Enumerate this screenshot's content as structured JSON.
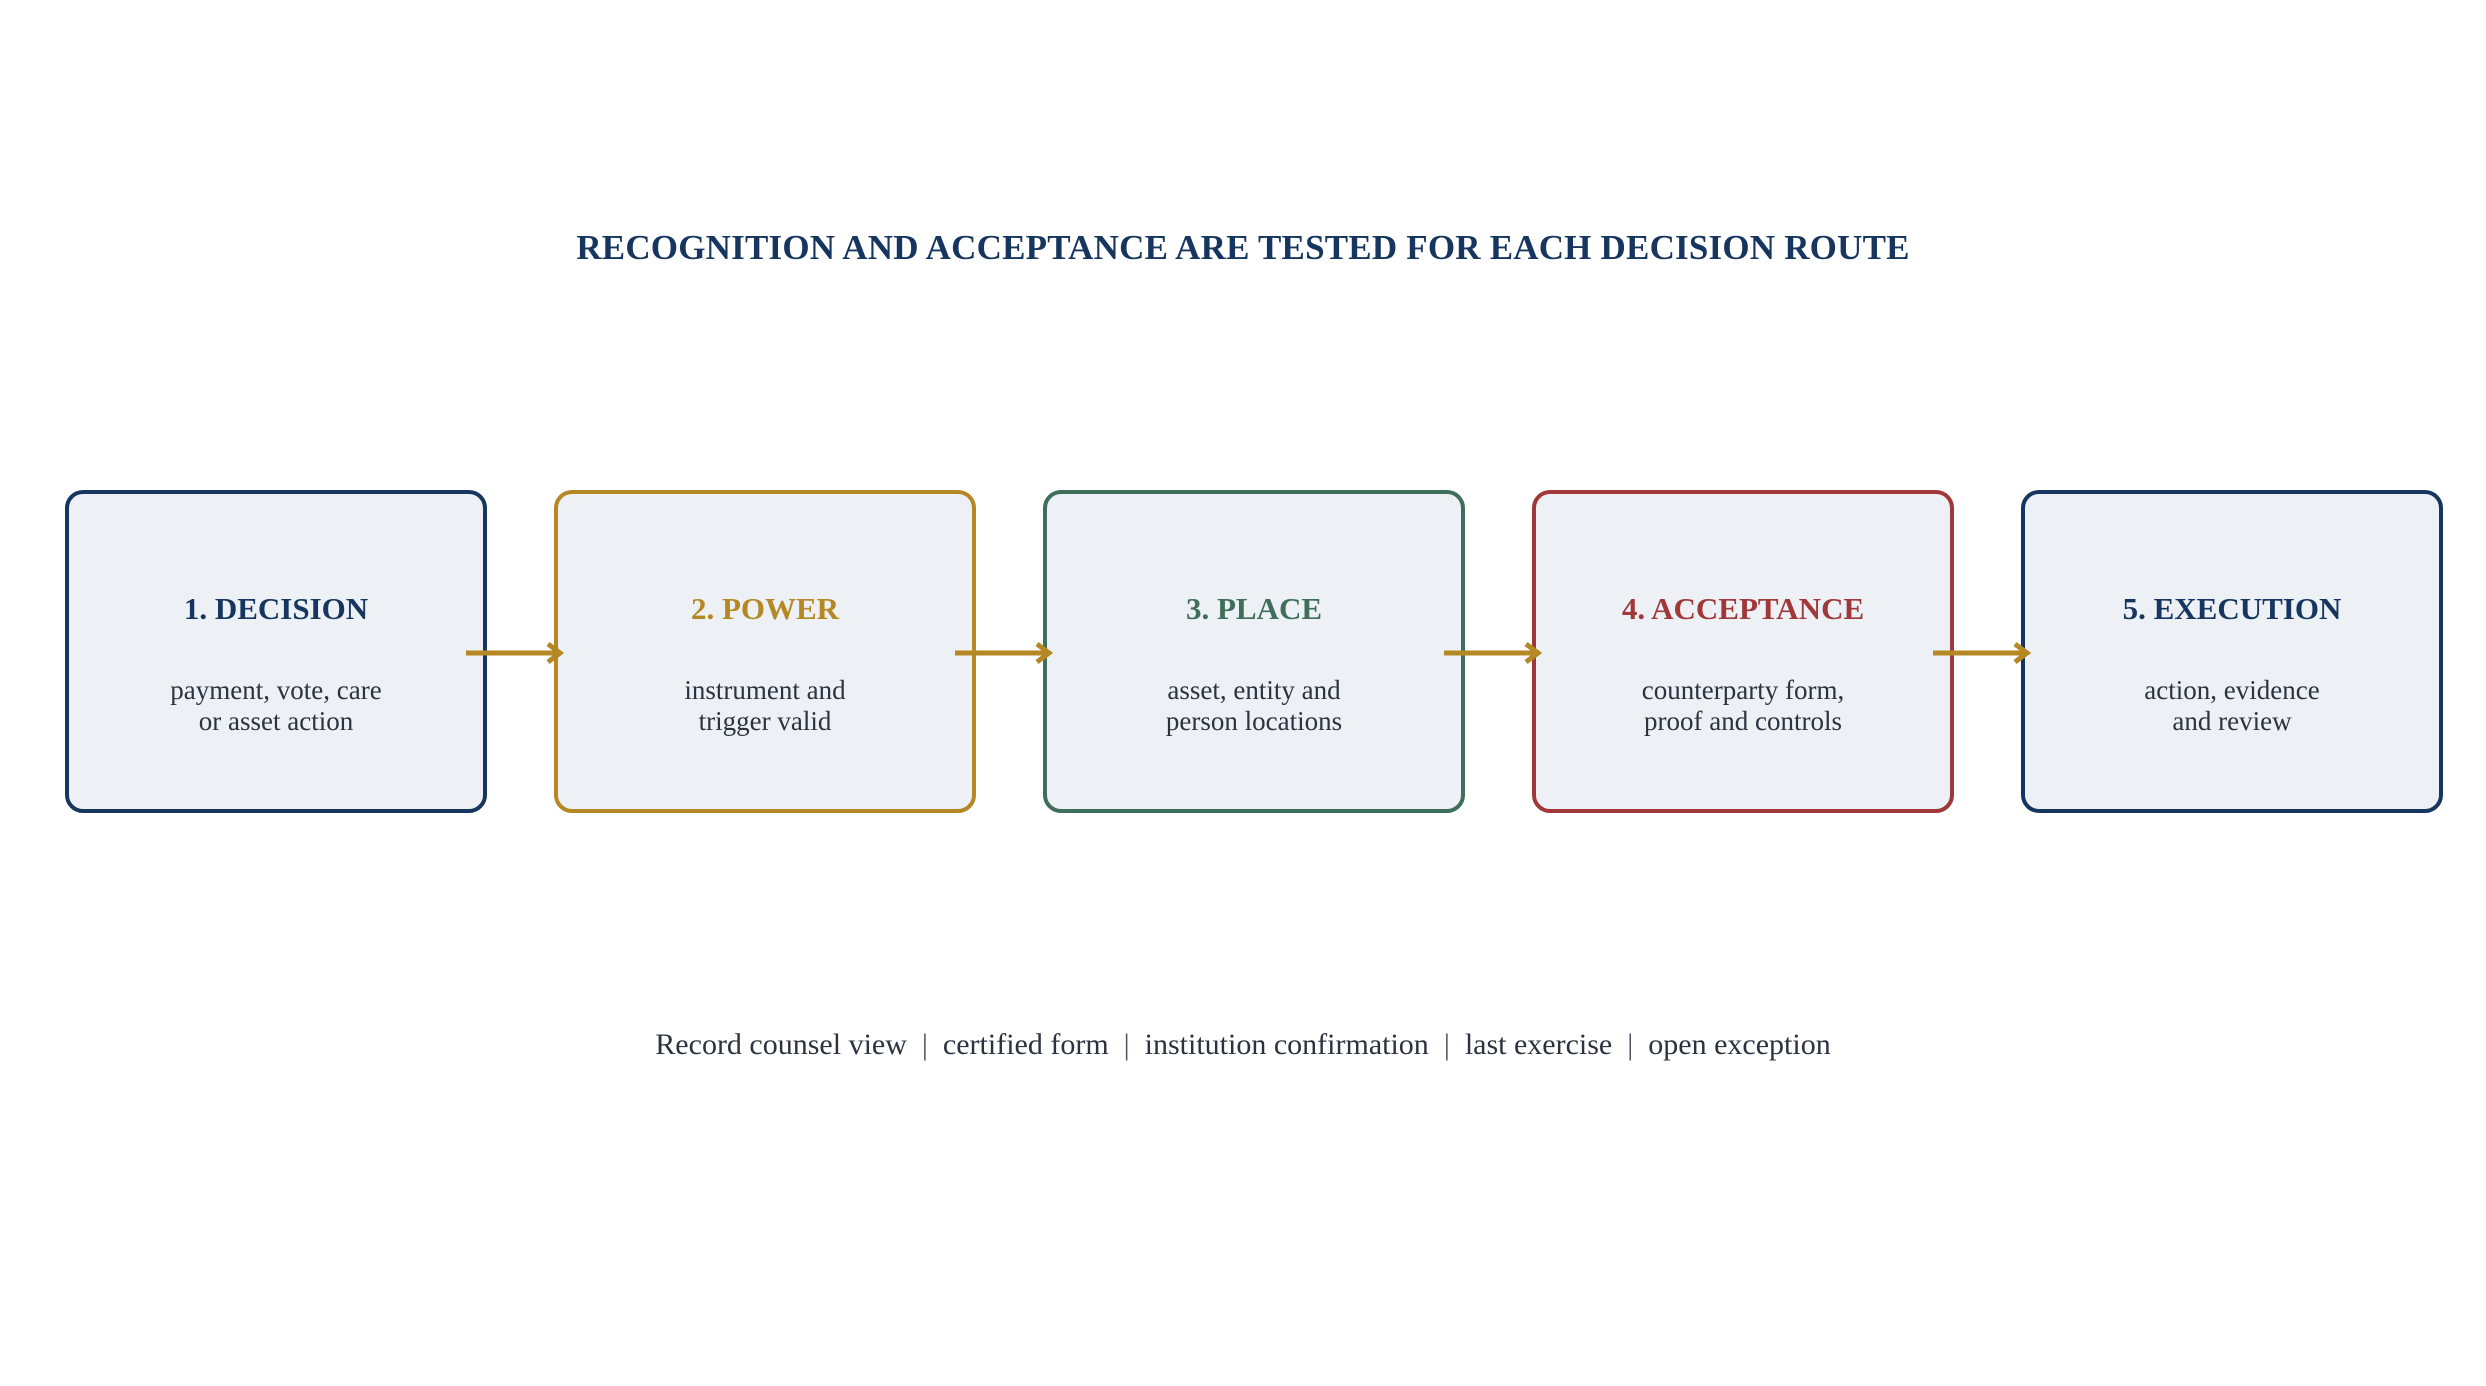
{
  "title": "RECOGNITION AND ACCEPTANCE ARE TESTED FOR EACH DECISION ROUTE",
  "colors": {
    "navy": "#16365f",
    "gold": "#b58823",
    "green": "#3f6e5a",
    "red": "#a0383a",
    "box_fill": "#edf1f5",
    "arrow": "#b58823",
    "text": "#2b3340"
  },
  "stages": [
    {
      "title": "1. DECISION",
      "desc": [
        "payment, vote, care",
        "or asset action"
      ],
      "color": "#16365f"
    },
    {
      "title": "2. POWER",
      "desc": [
        "instrument and",
        "trigger valid"
      ],
      "color": "#b58823"
    },
    {
      "title": "3. PLACE",
      "desc": [
        "asset, entity and",
        "person locations"
      ],
      "color": "#3f6e5a"
    },
    {
      "title": "4. ACCEPTANCE",
      "desc": [
        "counterparty form,",
        "proof and controls"
      ],
      "color": "#a0383a"
    },
    {
      "title": "5. EXECUTION",
      "desc": [
        "action, evidence",
        "and review"
      ],
      "color": "#16365f"
    }
  ],
  "footer": {
    "items": [
      "Record counsel view",
      "certified form",
      "institution confirmation",
      "last exercise",
      "open exception"
    ],
    "separator": "|"
  }
}
